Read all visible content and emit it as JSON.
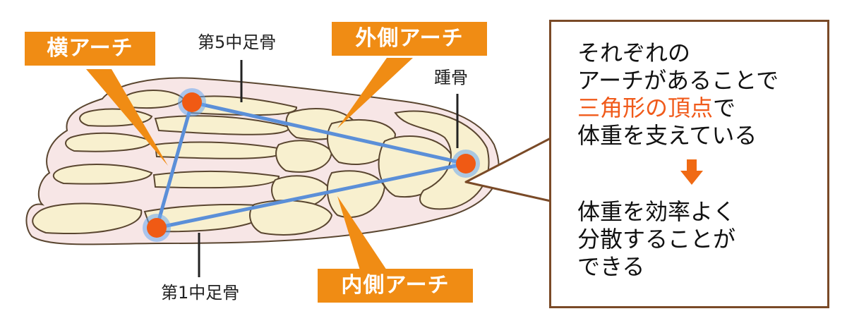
{
  "labels": {
    "transverse_arch": "横アーチ",
    "lateral_arch": "外側アーチ",
    "medial_arch": "内側アーチ",
    "fifth_metatarsal": "第5中足骨",
    "first_metatarsal": "第1中足骨",
    "calcaneus": "踵骨"
  },
  "info": {
    "line1": "それぞれの",
    "line2": "アーチがあることで",
    "line3_highlight": "三角形の頂点",
    "line3_rest": "で",
    "line4": "体重を支えている",
    "line5": "体重を効率よく",
    "line6": "分散することが",
    "line7": "できる"
  },
  "colors": {
    "label_bg": "#f08c14",
    "accent_text": "#f05a1a",
    "arrow": "#f06a14",
    "triangle_line": "#5b8fd8",
    "vertex": "#f05a14",
    "vertex_glow": "#6aa8f0",
    "bone_fill": "#f8f0cf",
    "bone_stroke": "#5a4630",
    "skin_fill": "#f7e6e6",
    "box_border": "#7a4a27"
  },
  "icons": {
    "arrow": "down-arrow-icon",
    "vertex": "arch-vertex-dot"
  }
}
